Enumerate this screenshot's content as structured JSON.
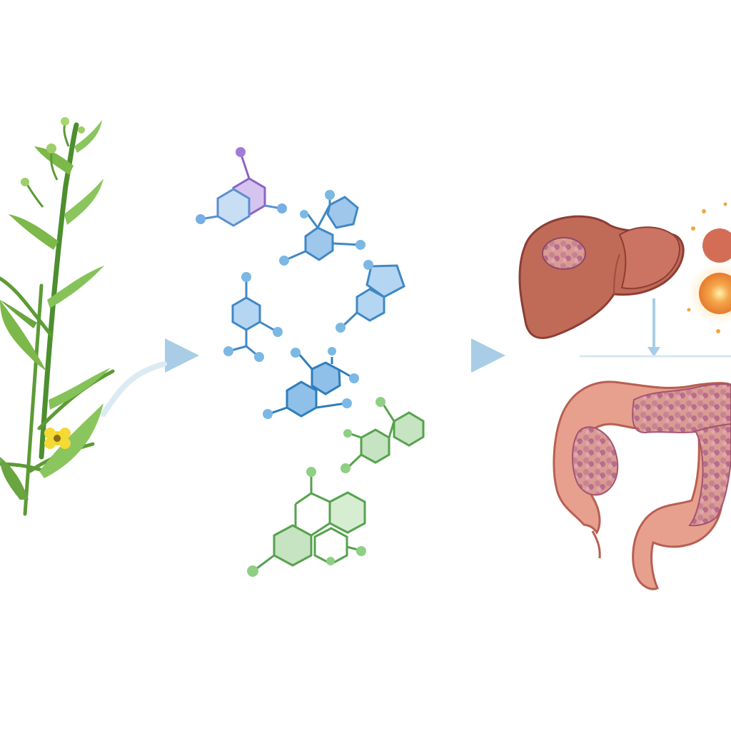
{
  "diagram": {
    "stages": [
      {
        "id": "plant",
        "icon": "herb-plant-icon"
      },
      {
        "id": "compounds",
        "icon": "molecule-structures-icon"
      },
      {
        "id": "organs",
        "icon": "liver-and-colon-icon"
      }
    ],
    "colors": {
      "arrow": "#a9cde6",
      "leaf": "#7cb84a",
      "leaf_dark": "#3e7f2a",
      "flower": "#f2d21b",
      "molecule_purple": "#8d64c6",
      "molecule_blue": "#5fa9d6",
      "molecule_green": "#7ab870",
      "liver": "#bd5d4f",
      "colon": "#e7a08e",
      "tumor": "#b8768f",
      "glow": "#f4a53c"
    }
  }
}
